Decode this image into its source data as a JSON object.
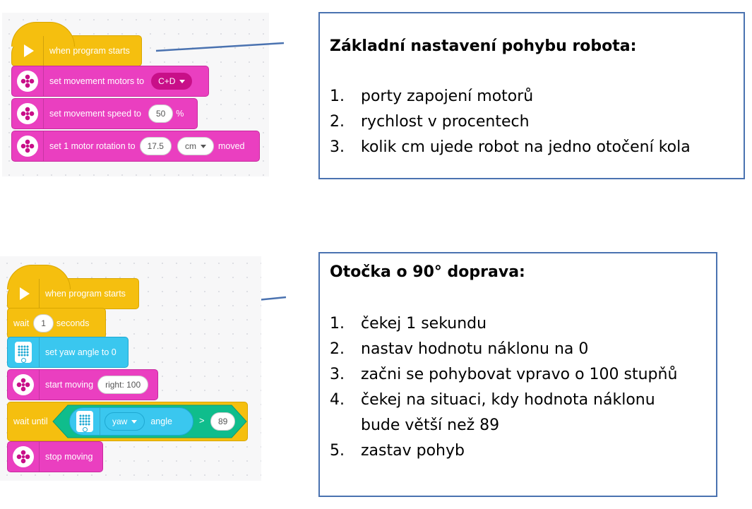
{
  "script1": {
    "when_label": "when program starts",
    "set_motors_label": "set movement motors to",
    "motors_value": "C+D",
    "set_speed_label": "set movement speed to",
    "speed_value": "50",
    "speed_unit": "%",
    "rotation_label": "set 1 motor rotation to",
    "rotation_value": "17.5",
    "rotation_unit": "cm",
    "rotation_suffix": "moved"
  },
  "script2": {
    "when_label": "when program starts",
    "wait_label": "wait",
    "wait_value": "1",
    "wait_unit": "seconds",
    "yaw_label": "set yaw angle to 0",
    "start_moving_label": "start moving",
    "start_moving_value": "right: 100",
    "wait_until_label": "wait until",
    "yaw_dropdown": "yaw",
    "angle_label": "angle",
    "operator": ">",
    "compare_value": "89",
    "stop_label": "stop moving"
  },
  "note1": {
    "title": "Základní nastavení pohybu robota:",
    "items": [
      {
        "num": "1.",
        "text": "porty zapojení motorů"
      },
      {
        "num": "2.",
        "text": "rychlost v procentech"
      },
      {
        "num": "3.",
        "text": "kolik cm ujede robot na jedno otočení kola"
      }
    ]
  },
  "note2": {
    "title": "Otočka o 90° doprava:",
    "items": [
      {
        "num": "1.",
        "text": "čekej 1 sekundu"
      },
      {
        "num": "2.",
        "text": "nastav hodnotu náklonu na 0"
      },
      {
        "num": "3.",
        "text": "začni se pohybovat vpravo o 100 stupňů"
      },
      {
        "num": "4.",
        "text": "čekej na situaci, kdy hodnota náklonu bude větší než 89"
      },
      {
        "num": "5.",
        "text": "zastav pohyb"
      }
    ]
  },
  "colors": {
    "events": "#f5bf0f",
    "motors": "#ea3fc0",
    "sensors": "#3ac7ef",
    "operators": "#0fbd8c",
    "box_border": "#4a72b0"
  }
}
